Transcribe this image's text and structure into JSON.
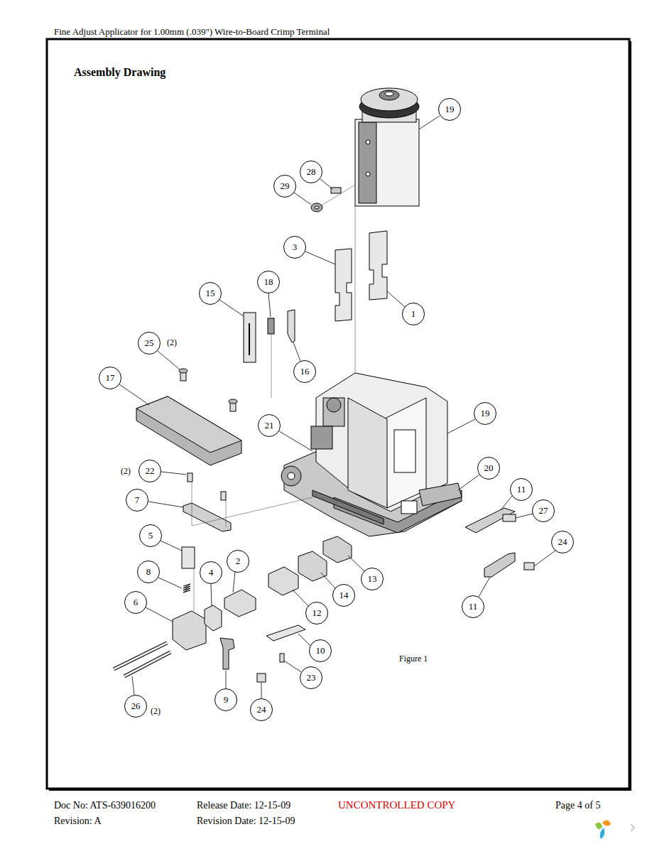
{
  "diagram": {
    "title": "Assembly Drawing",
    "caption": "Figure 1",
    "nodes": [
      {
        "text": [
          "19"
        ]
      },
      {
        "text": [
          "28"
        ]
      },
      {
        "text": [
          "29"
        ]
      },
      {
        "text": [
          "3"
        ]
      },
      {
        "text": [
          "18"
        ]
      },
      {
        "text": [
          "1"
        ]
      },
      {
        "text": [
          "15"
        ]
      },
      {
        "text": [
          "25"
        ]
      },
      {
        "text": [
          "16"
        ]
      },
      {
        "text": [
          "17"
        ]
      },
      {
        "text": [
          "19"
        ]
      },
      {
        "text": [
          "21"
        ]
      },
      {
        "text": [
          "20"
        ]
      },
      {
        "text": [
          "22"
        ]
      },
      {
        "text": [
          "7"
        ]
      },
      {
        "text": [
          "11"
        ]
      },
      {
        "text": [
          "27"
        ]
      },
      {
        "text": [
          "5"
        ]
      },
      {
        "text": [
          "24"
        ]
      },
      {
        "text": [
          "2"
        ]
      },
      {
        "text": [
          "4"
        ]
      },
      {
        "text": [
          "8"
        ]
      },
      {
        "text": [
          "13"
        ]
      },
      {
        "text": [
          "14"
        ]
      },
      {
        "text": [
          "6"
        ]
      },
      {
        "text": [
          "12"
        ]
      },
      {
        "text": [
          "11"
        ]
      },
      {
        "text": [
          "10"
        ]
      },
      {
        "text": [
          "23"
        ]
      },
      {
        "text": [
          "9"
        ]
      },
      {
        "text": [
          "24"
        ]
      },
      {
        "text": [
          "26"
        ]
      }
    ],
    "labels": [
      "Fine Adjust Applicator for 1.00mm (.039\") Wire-to-Board Crimp Terminal",
      "(2)",
      "(2)",
      "(2)",
      "Doc No: ATS-639016200",
      "Release Date: 12-15-09",
      "UNCONTROLLED COPY",
      "Page 4 of 5",
      "Revision: A",
      "Revision Date: 12-15-09"
    ]
  }
}
